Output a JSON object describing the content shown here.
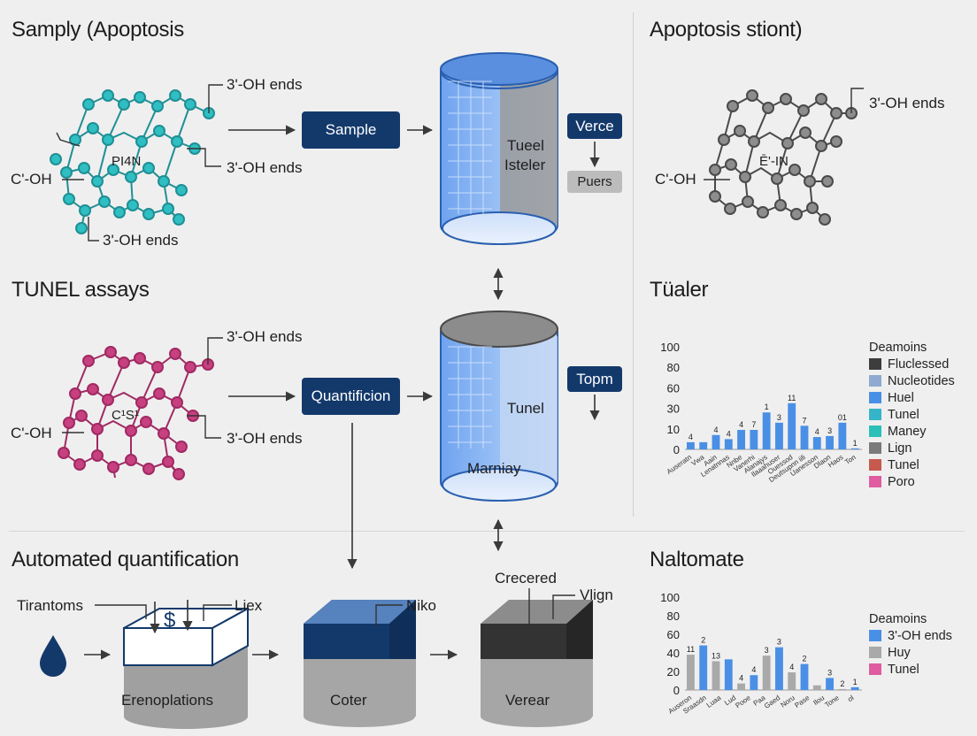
{
  "sections": {
    "s1": "Samply (Apoptosis",
    "s2": "TUNEL assays",
    "s3": "Automated quantification",
    "r1": "Apoptosis stiont)",
    "r2": "Tüaler",
    "r3": "Naltomate"
  },
  "mol1": {
    "center": "PI4N",
    "left": "C'-OH",
    "top": "3'-OH ends",
    "mid": "3'-OH ends",
    "bottom": "3'-OH ends"
  },
  "mol2": {
    "center": "C¹S¹",
    "left": "C'-OH",
    "top": "3'-OH ends",
    "mid": "3'-OH ends"
  },
  "mol3": {
    "center": "Ē'-IN",
    "left": "C'-OH",
    "top": "3'-OH ends"
  },
  "boxes": {
    "sample": "Sample",
    "quant": "Quantificion",
    "verce": "Verce",
    "puers": "Puers",
    "topm": "Topm"
  },
  "cyl1": {
    "l1": "Tueel",
    "l2": "Isteler"
  },
  "cyl2": {
    "l1": "Tunel",
    "l2": "Marniay"
  },
  "bottom": {
    "tirantoms": "Tirantoms",
    "liex": "Liex",
    "dollar": "$",
    "erenoplations": "Erenoplations",
    "niko": "Niko",
    "coter": "Coter",
    "crecered": "Crecered",
    "vlign": "Vlign",
    "verear": "Verear"
  },
  "colors": {
    "navy": "#13396b",
    "blue": "#4a8fe6",
    "teal": "#2bb5b8",
    "magenta": "#c13a78",
    "gray": "#8a8a8a",
    "pink": "#de5c9f"
  },
  "chart_data": [
    {
      "type": "bar",
      "ylim": [
        0,
        100
      ],
      "yticks": [
        "100",
        "80",
        "60",
        "30",
        "10",
        "0"
      ],
      "legend_title": "Deamoins",
      "legend": [
        {
          "label": "Fluclessed",
          "color": "#3d3d3d"
        },
        {
          "label": "Nucleotides",
          "color": "#8eaad0"
        },
        {
          "label": "Huel",
          "color": "#4a8fe6"
        },
        {
          "label": "Tunel",
          "color": "#37b5c8"
        },
        {
          "label": "Maney",
          "color": "#2bc0b8"
        },
        {
          "label": "Lign",
          "color": "#7a7a7a"
        },
        {
          "label": "Tunel",
          "color": "#c65a4e"
        },
        {
          "label": "Poro",
          "color": "#de5c9f"
        }
      ],
      "categories": [
        "Auseratn",
        "Vwa",
        "Aain",
        "Lenatnnas",
        "Nnbe",
        "Vanerhi",
        "Alanajys",
        "Ilaaahuser",
        "Ouessod",
        "Deutsupnn iili",
        "Uanesson",
        "Dlaon",
        "Haos",
        "Ton"
      ],
      "values": [
        7,
        7,
        14,
        10,
        19,
        19,
        36,
        26,
        45,
        23,
        12,
        13,
        26,
        1
      ],
      "labels": [
        "4",
        "",
        "4",
        "4",
        "4",
        "7",
        "1",
        "3",
        "11",
        "7",
        "4",
        "3",
        "01",
        "1"
      ]
    },
    {
      "type": "bar",
      "ylim": [
        0,
        100
      ],
      "yticks": [
        "100",
        "80",
        "60",
        "40",
        "20",
        "0"
      ],
      "legend_title": "Deamoins",
      "legend": [
        {
          "label": "3'-OH ends",
          "color": "#4a8fe6"
        },
        {
          "label": "Huy",
          "color": "#a9a9a9"
        },
        {
          "label": "Tunel",
          "color": "#de5c9f"
        }
      ],
      "categories": [
        "Auseron",
        "Sraasdn",
        "Luaa",
        "Lud",
        "Pooe",
        "Paa",
        "Gaed",
        "Noru",
        "Pase",
        "Ilou",
        "Tone",
        "ol"
      ],
      "series": [
        {
          "values": [
            48,
            33,
            16,
            46,
            28,
            13,
            3
          ]
        },
        {
          "values": [
            38,
            31,
            7,
            37,
            19,
            5,
            1
          ]
        }
      ],
      "labels": [
        "11",
        "2",
        "13",
        "4",
        "4",
        "3",
        "3",
        "4",
        "2",
        "3",
        "2",
        "1"
      ]
    }
  ]
}
